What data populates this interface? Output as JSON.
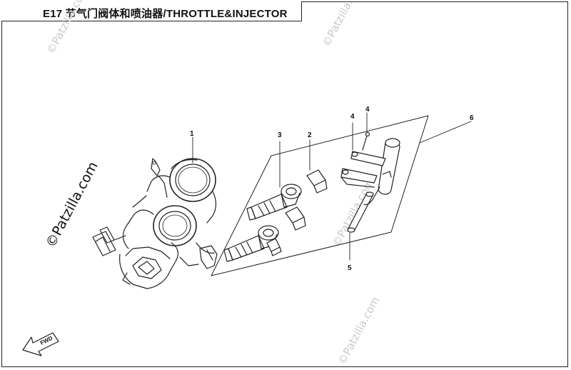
{
  "title": "E17 节气门阀体和喷油器/THROTTLE&INJECTOR",
  "watermark": "©Patzilla.com",
  "fwd_label": "FWD",
  "callouts": {
    "c1": "1",
    "c2": "2",
    "c3": "3",
    "c4a": "4",
    "c4b": "4",
    "c5": "5",
    "c6": "6"
  },
  "colors": {
    "line": "#222222",
    "watermark": "#c9c9c9",
    "background": "#ffffff"
  }
}
